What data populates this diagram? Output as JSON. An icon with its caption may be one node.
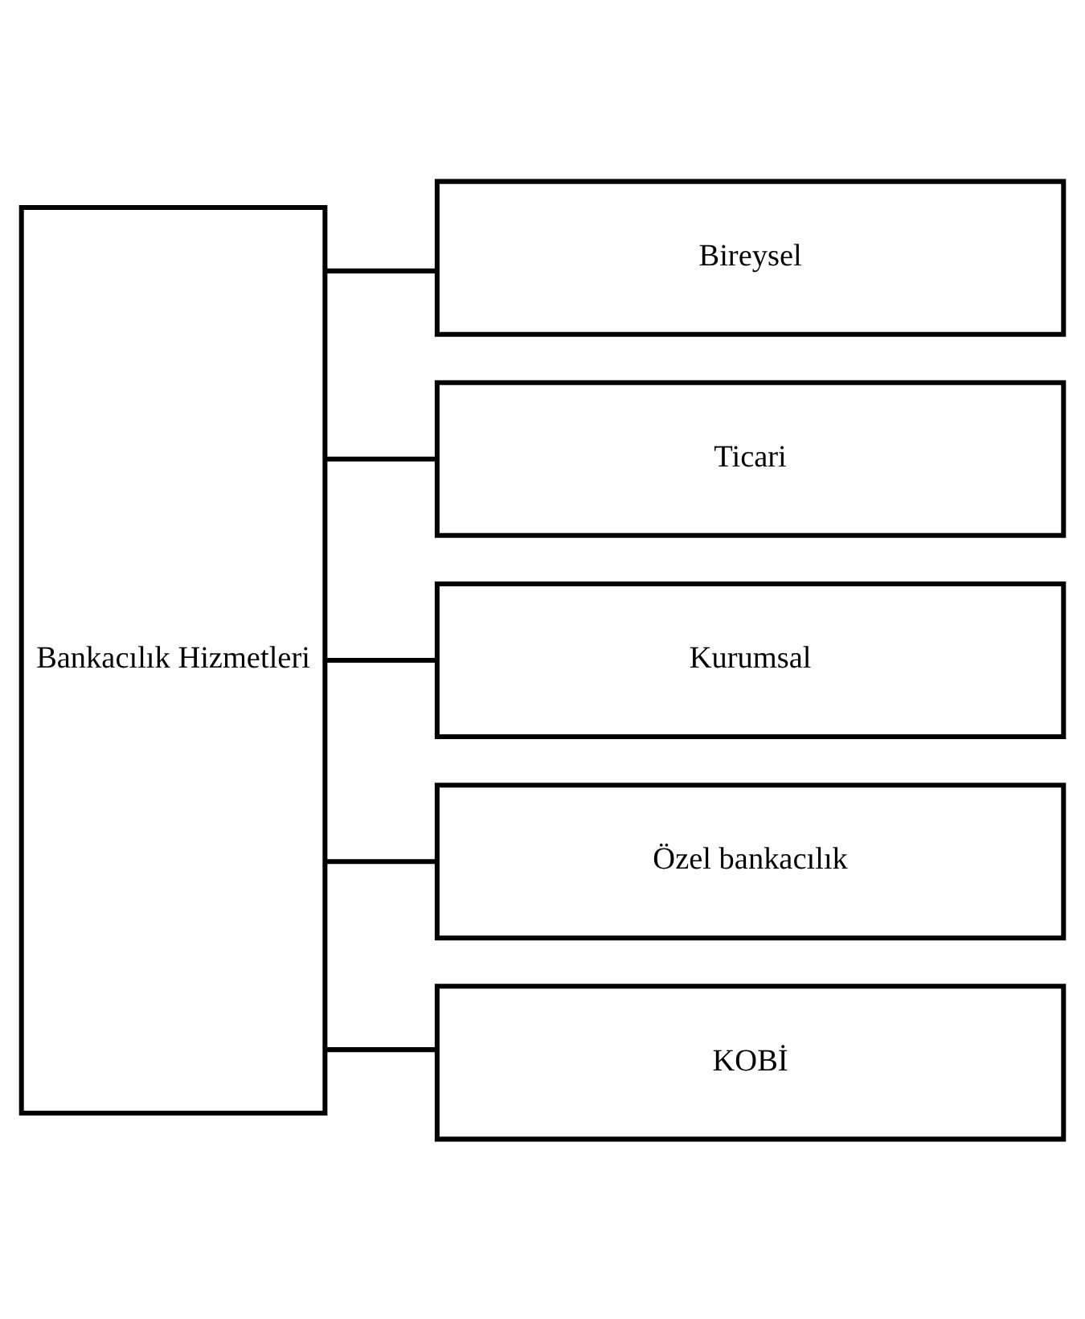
{
  "diagram": {
    "nodes": [
      {
        "text": [
          "Bankacılık Hizmetleri"
        ]
      },
      {
        "text": [
          "Bireysel"
        ]
      },
      {
        "text": [
          "Ticari"
        ]
      },
      {
        "text": [
          "Kurumsal"
        ]
      },
      {
        "text": [
          "Özel bankacılık"
        ]
      },
      {
        "text": [
          "KOBİ"
        ]
      }
    ],
    "edges": [
      {
        "from": 0,
        "to": 1,
        "arrow": "none"
      },
      {
        "from": 0,
        "to": 2,
        "arrow": "none"
      },
      {
        "from": 0,
        "to": 3,
        "arrow": "none"
      },
      {
        "from": 0,
        "to": 4,
        "arrow": "none"
      },
      {
        "from": 0,
        "to": 5,
        "arrow": "none"
      }
    ]
  }
}
